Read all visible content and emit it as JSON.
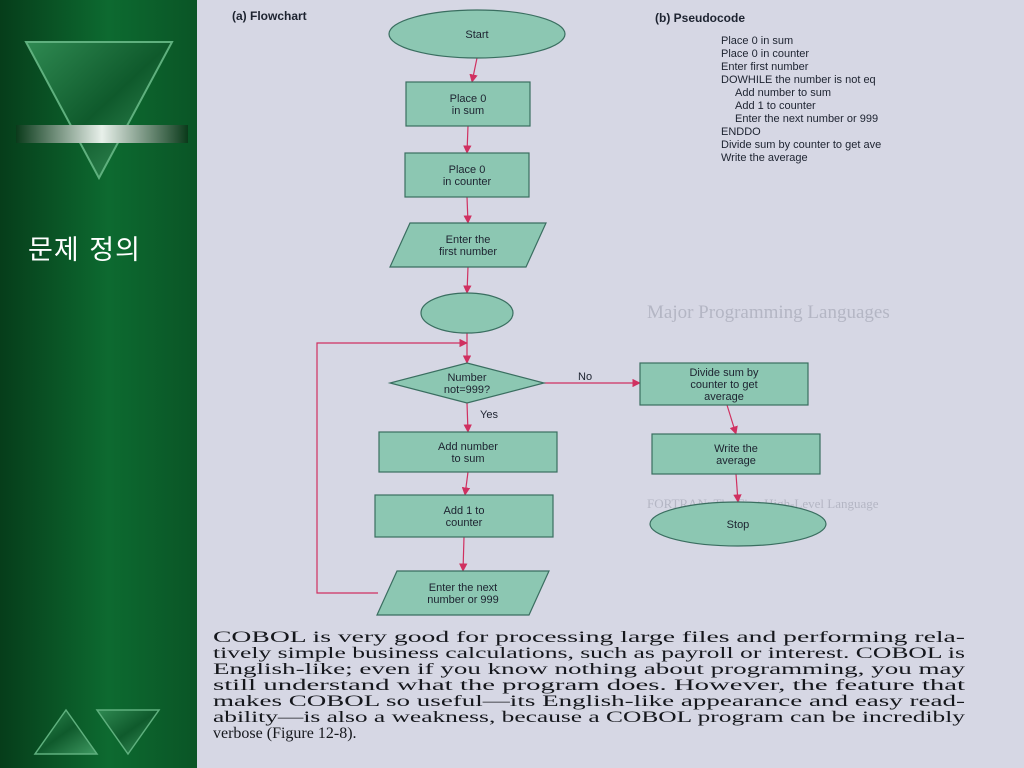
{
  "slide": {
    "title": "문제 정의"
  },
  "figure": {
    "flowchart_heading": "(a)  Flowchart",
    "pseudocode_heading": "(b)  Pseudocode",
    "nodes": {
      "start": [
        "Start"
      ],
      "sum0": [
        "Place 0",
        "in sum"
      ],
      "counter0": [
        "Place 0",
        "in counter"
      ],
      "enter_first": [
        "Enter the",
        "first number"
      ],
      "decision": [
        "Number",
        "not=999?"
      ],
      "add_sum": [
        "Add number",
        "to sum"
      ],
      "add_counter": [
        "Add 1 to",
        "counter"
      ],
      "enter_next": [
        "Enter the next",
        "number or 999"
      ],
      "divide": [
        "Divide sum by",
        "counter to get",
        "average"
      ],
      "write": [
        "Write the",
        "average"
      ],
      "stop": [
        "Stop"
      ]
    },
    "edge_labels": {
      "no": "No",
      "yes": "Yes"
    },
    "pseudocode": [
      "Place 0 in sum",
      "Place 0 in counter",
      "Enter first number",
      "DOWHILE the number is not eq",
      "Add number to sum",
      "Add 1 to counter",
      "Enter the next number or 999",
      "ENDDO",
      "Divide sum by counter to get ave",
      "Write the average"
    ]
  },
  "body_text": [
    "COBOL is very good for processing large files and performing rela-",
    "tively simple business calculations, such as payroll or interest. COBOL is",
    "English-like; even if you know nothing about programming, you may",
    "still understand what the program does. However, the feature that",
    "makes COBOL so useful—its English-like appearance and easy read-",
    "ability—is also a weakness, because a COBOL program can be incredibly",
    "verbose (Figure 12-8)."
  ],
  "background_headings": [
    "Major Programming Languages",
    "FORTRAN: The First High-Level Language"
  ],
  "colors": {
    "node_fill": "#8cc7b2",
    "node_stroke": "#3a6e60",
    "arrow": "#d03060",
    "sidebar": "#0d6a30"
  }
}
